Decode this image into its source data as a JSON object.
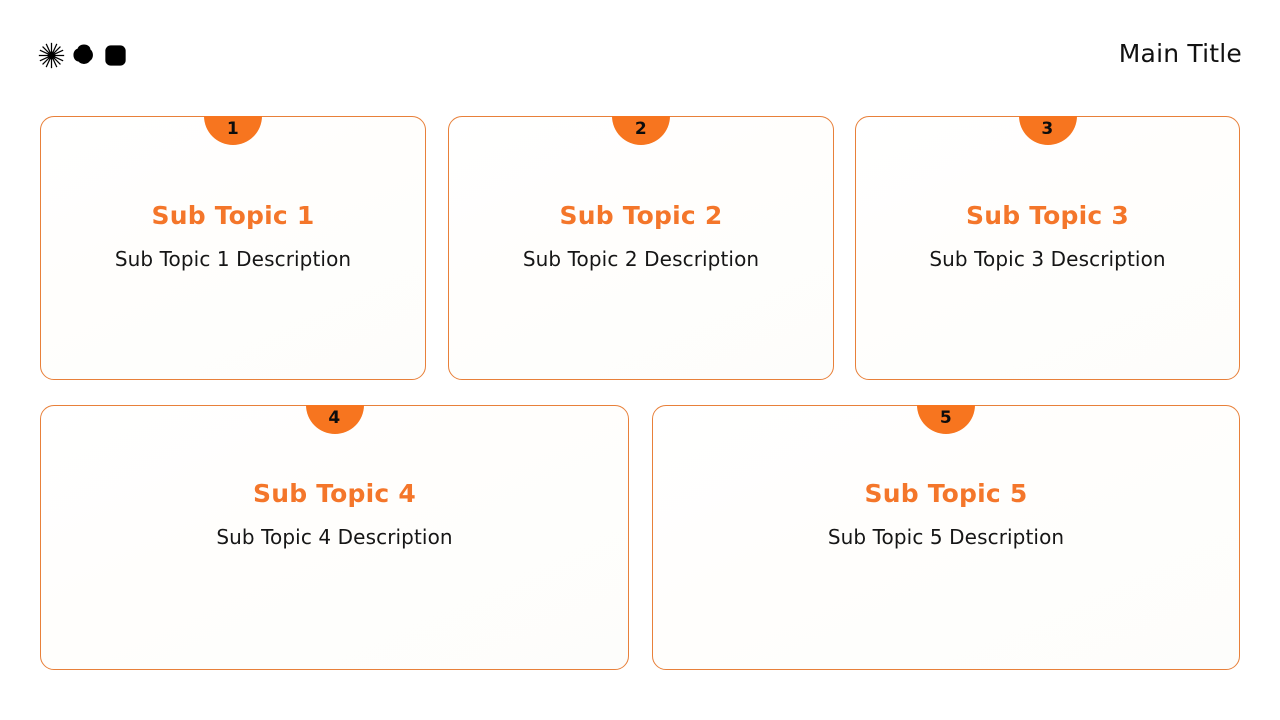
{
  "header": {
    "title": "Main Title",
    "logo": {
      "name": "brand-logo",
      "shapes": [
        "starburst-icon",
        "clover-icon",
        "rounded-square-icon"
      ],
      "color": "#000000"
    }
  },
  "theme": {
    "accent": "#F4762A",
    "badge_fill": "#F7751F",
    "card_border": "#E8803A",
    "text": "#161616",
    "background": "#FFFFFF"
  },
  "cards": [
    {
      "number": "1",
      "title": "Sub Topic 1",
      "description": "Sub Topic 1 Description"
    },
    {
      "number": "2",
      "title": "Sub Topic 2",
      "description": "Sub Topic 2 Description"
    },
    {
      "number": "3",
      "title": "Sub Topic 3",
      "description": "Sub Topic 3 Description"
    },
    {
      "number": "4",
      "title": "Sub Topic 4",
      "description": "Sub Topic 4 Description"
    },
    {
      "number": "5",
      "title": "Sub Topic 5",
      "description": "Sub Topic 5 Description"
    }
  ]
}
